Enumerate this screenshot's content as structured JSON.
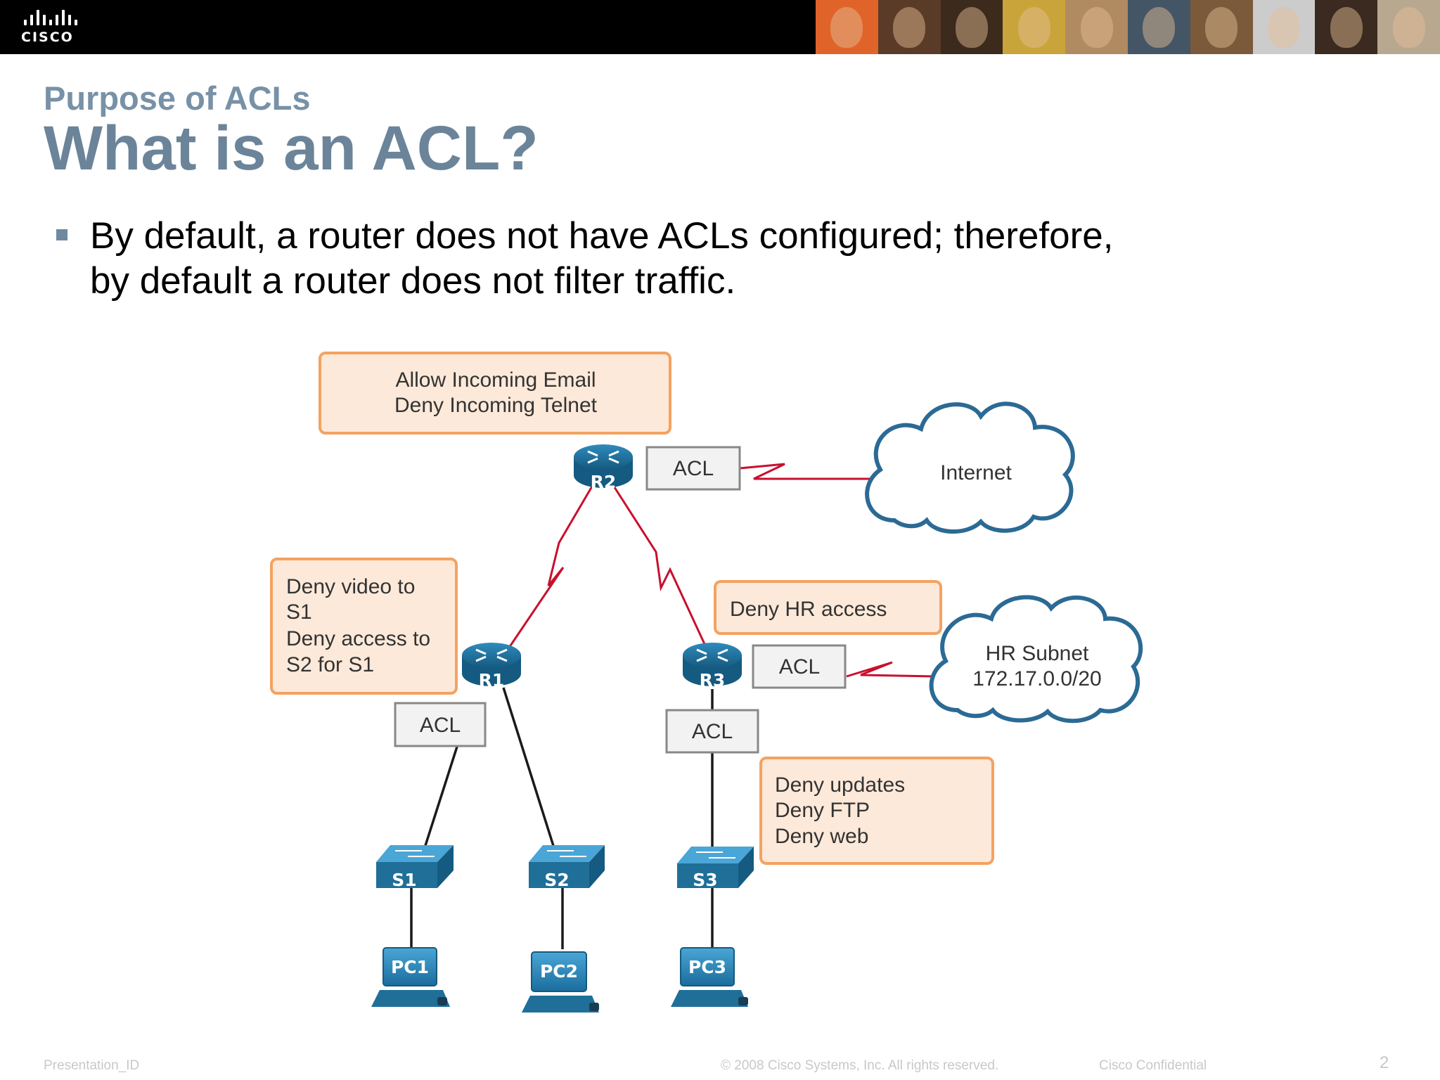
{
  "header": {
    "logo_text": "CISCO",
    "photo_tiles": [
      "#e0642a",
      "#5a3b27",
      "#3c2a1c",
      "#c9a43a",
      "#b08a60",
      "#445566",
      "#7a5a3a",
      "#cccccc",
      "#3a2a20",
      "#b9a890"
    ]
  },
  "slide": {
    "subtitle": "Purpose of ACLs",
    "title": "What is an ACL?",
    "bullets": [
      {
        "lines": [
          "By default, a router does not have ACLs configured; therefore,",
          "by default a router does not filter traffic."
        ]
      }
    ]
  },
  "diagram": {
    "notes": {
      "r2": [
        "Allow Incoming Email",
        "Deny Incoming Telnet"
      ],
      "r1": [
        "Deny video to",
        "S1",
        "Deny access to",
        "S2 for S1"
      ],
      "r3_hr": [
        "Deny HR access"
      ],
      "r3_lan": [
        "Deny updates",
        "Deny FTP",
        "Deny web"
      ]
    },
    "acl_label": "ACL",
    "clouds": {
      "internet": [
        "Internet"
      ],
      "hr": [
        "HR Subnet",
        "172.17.0.0/20"
      ]
    },
    "routers": [
      "R1",
      "R2",
      "R3"
    ],
    "switches": [
      "S1",
      "S2",
      "S3"
    ],
    "pcs": [
      "PC1",
      "PC2",
      "PC3"
    ],
    "colors": {
      "note_fill": "#fde9d9",
      "note_border": "#f4a261",
      "acl_fill": "#f2f2f2",
      "acl_border": "#888888",
      "wan_link": "#c8102e",
      "lan_link": "#1a1a1a",
      "device": "#1f6f99",
      "cloud_border": "#2b6a94"
    }
  },
  "footer": {
    "presentation_id": "Presentation_ID",
    "copyright": "© 2008 Cisco Systems, Inc. All rights reserved.",
    "confidential": "Cisco Confidential",
    "page_number": "2"
  }
}
